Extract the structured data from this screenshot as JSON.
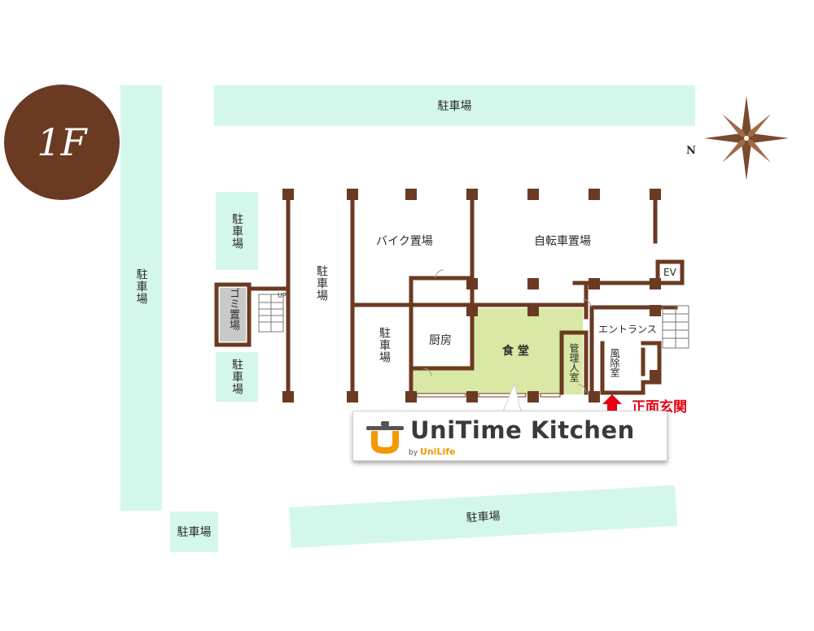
{
  "floor": {
    "label": "1F"
  },
  "compass": {
    "north": "N"
  },
  "parking": {
    "top": "駐車場",
    "left_long": "駐車場",
    "left_small_1": "駐車場",
    "left_small_2": "駐車場",
    "bottom_left": "駐車場",
    "bottom": "駐車場",
    "inner_1": "駐車場",
    "inner_2": "駐車場"
  },
  "rooms": {
    "garbage": "ゴミ置場",
    "bike": "バイク置場",
    "bicycle": "自転車置場",
    "kitchen": "厨房",
    "dining": "食 堂",
    "manager": "管理人室",
    "entrance": "エントランス",
    "windbreak": "風除室",
    "ev": "EV",
    "up": "UP"
  },
  "main_entrance": "正面玄関",
  "logo": {
    "name": "UniTime Kitchen",
    "by": "by",
    "brand": "UniLife"
  },
  "colors": {
    "parking": "#d4f7ec",
    "wall": "#6b3a22",
    "dining_fill": "#d9e8a4",
    "entrance_arrow": "#e60012",
    "logo_orange": "#f39800"
  }
}
